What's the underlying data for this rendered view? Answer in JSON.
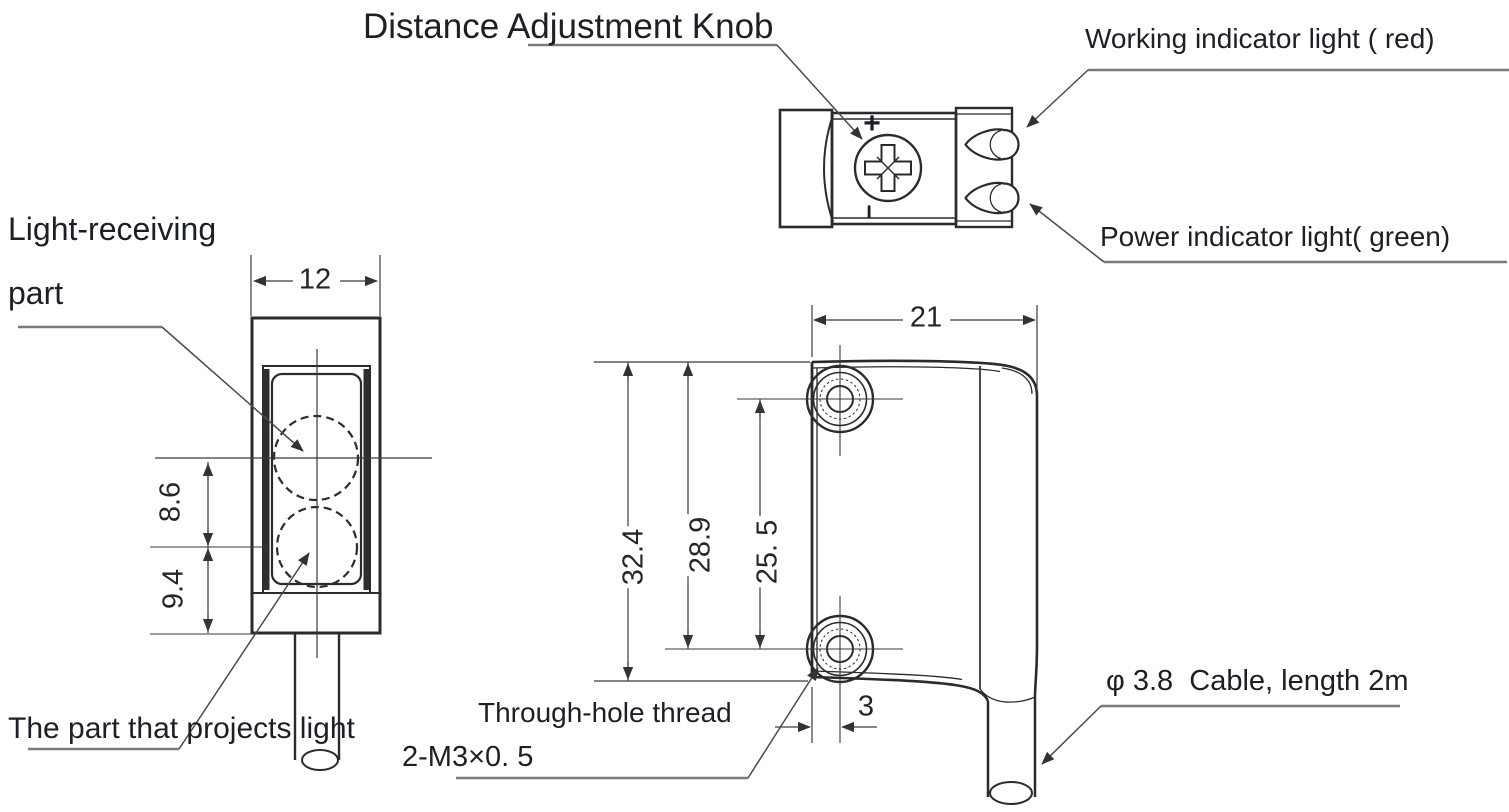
{
  "labels": {
    "distance_adjustment_knob": "Distance Adjustment Knob",
    "working_indicator": "Working indicator light ( red)",
    "power_indicator": "Power indicator light( green)",
    "light_receiving_line1": "Light-receiving",
    "light_receiving_line2": "part",
    "projects_light": "The part that projects light",
    "through_hole_thread": "Through-hole thread",
    "thread_spec": "2-M3×0. 5",
    "cable": "φ 3.8  Cable, length 2m"
  },
  "dimensions": {
    "front_width": "12",
    "receiver_center_offset": "8.6",
    "emitter_center_offset": "9.4",
    "side_width": "21",
    "body_height": "32.4",
    "top_to_lower_hole": "28.9",
    "hole_spacing": "25. 5",
    "hole_edge_offset": "3"
  },
  "knob_marks": {
    "plus": "+",
    "minus": "−"
  },
  "colors": {
    "outline": "#2b2b2b",
    "thin_line": "#3a3a3a",
    "leader": "#4a4a4a",
    "underline": "#7a7a7a",
    "text": "#1c1f26",
    "background": "#ffffff"
  }
}
